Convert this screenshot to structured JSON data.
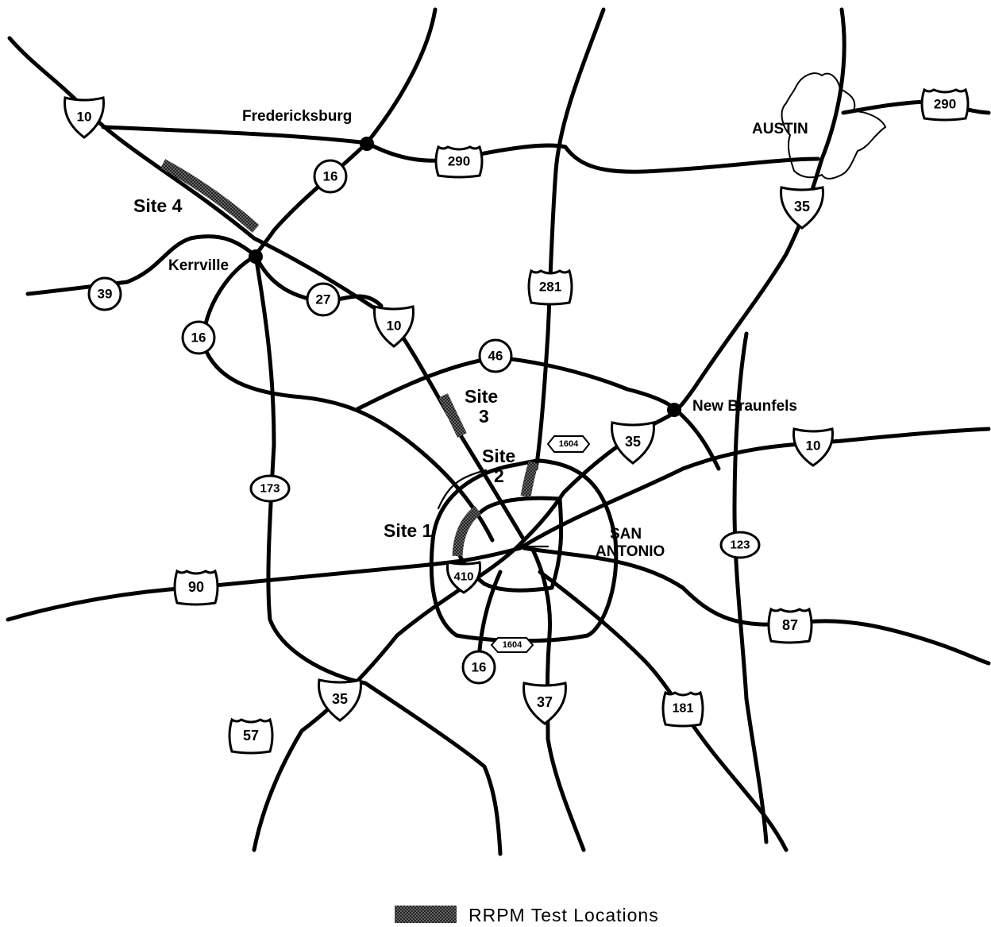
{
  "cities": {
    "fredericksburg": "Fredericksburg",
    "kerrville": "Kerrville",
    "austin": "AUSTIN",
    "new_braunfels": "New Braunfels",
    "san_antonio_1": "SAN",
    "san_antonio_2": "ANTONIO"
  },
  "sites": {
    "site4": "Site 4",
    "site3_a": "Site",
    "site3_b": "3",
    "site2_a": "Site",
    "site2_b": "2",
    "site1": "Site 1"
  },
  "shields": {
    "i10_nw": "10",
    "i10_mid": "10",
    "i10_e": "10",
    "i35_n": "35",
    "i35_mid": "35",
    "i35_s": "35",
    "i37": "37",
    "i410": "410",
    "us290_w": "290",
    "us290_e": "290",
    "us281": "281",
    "us90": "90",
    "us87": "87",
    "us181": "181",
    "us57": "57",
    "sh16_n": "16",
    "sh16_w": "16",
    "sh16_s": "16",
    "sh27": "27",
    "sh39": "39",
    "sh46": "46",
    "sh173": "173",
    "sh123": "123",
    "fm1604_n": "1604",
    "fm1604_s": "1604"
  },
  "legend": {
    "label": "RRPM Test Locations"
  }
}
